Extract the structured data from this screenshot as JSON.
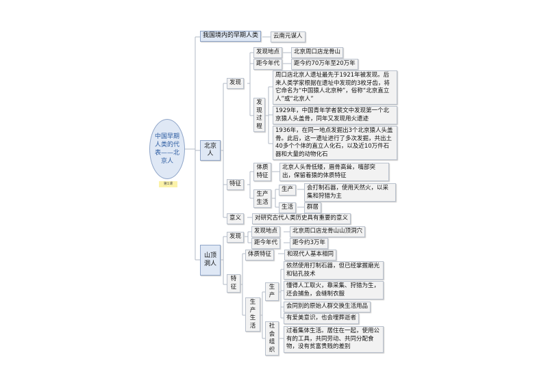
{
  "root": {
    "title": "中国早期人类的代表——北京人",
    "tag": "第1课"
  },
  "early": {
    "label": "我国境内的早期人类",
    "value": "云南元谋人"
  },
  "beijing": {
    "label": "北京人",
    "discovery": {
      "label": "发现",
      "place_label": "发现地点",
      "place": "北京周口店龙骨山",
      "age_label": "距今年代",
      "age": "距今约70万年至20万年",
      "process_label": "发现过程",
      "process": [
        "周口店北京人遗址最先于1921年被发现。后来人类学家根据在遗址中发现的3枚牙齿，将它命名为“中国猿人北京种”，俗称“北京直立人”或“北京人”",
        "1929年，中国青年学者裴文中发现第一个北京猿人头盖骨，同年又发现用火遗迹",
        "1936年，在同一地点发掘出3个北京猿人头盖骨。此后，这一遗址进行了多次发掘，共出土40多个个体的直立人化石，以及近10万件石器和大量的动物化石"
      ]
    },
    "features": {
      "label": "特征",
      "physical_label": "体质特征",
      "physical": "北京人头骨低矮，眉骨高耸，嘴部突出，保留着猿的体质特征",
      "life_label": "生产生活",
      "production_label": "生产",
      "production": "会打制石器，使用天然火，以采集和狩猎为主",
      "living_label": "生活",
      "living": "群居"
    },
    "significance": {
      "label": "意义",
      "value": "对研究古代人类历史具有重要的意义"
    }
  },
  "shanding": {
    "label": "山顶洞人",
    "discovery": {
      "label": "发现",
      "place_label": "发现地点",
      "place": "北京周口店龙骨山山顶洞穴",
      "age_label": "距今年代",
      "age": "距今约3万年"
    },
    "features": {
      "label": "特征",
      "physical_label": "体质特征",
      "physical": "和现代人基本相同",
      "life_label": "生产生活",
      "production_label": "生产",
      "production": [
        "依然使用打制石器，但已经掌握磨光和钻孔技术",
        "懂得人工取火，靠采集、狩猎为生，还会捕鱼，会缝制衣服",
        "会同别的原始人群交换生活用品",
        "有爱美意识，也会埋葬逝者"
      ],
      "social_label": "社会组织",
      "social": "过着集体生活。居住在一起，使用公有的工具，共同劳动、共同分配食物，没有贫富贵贱的差别"
    }
  }
}
